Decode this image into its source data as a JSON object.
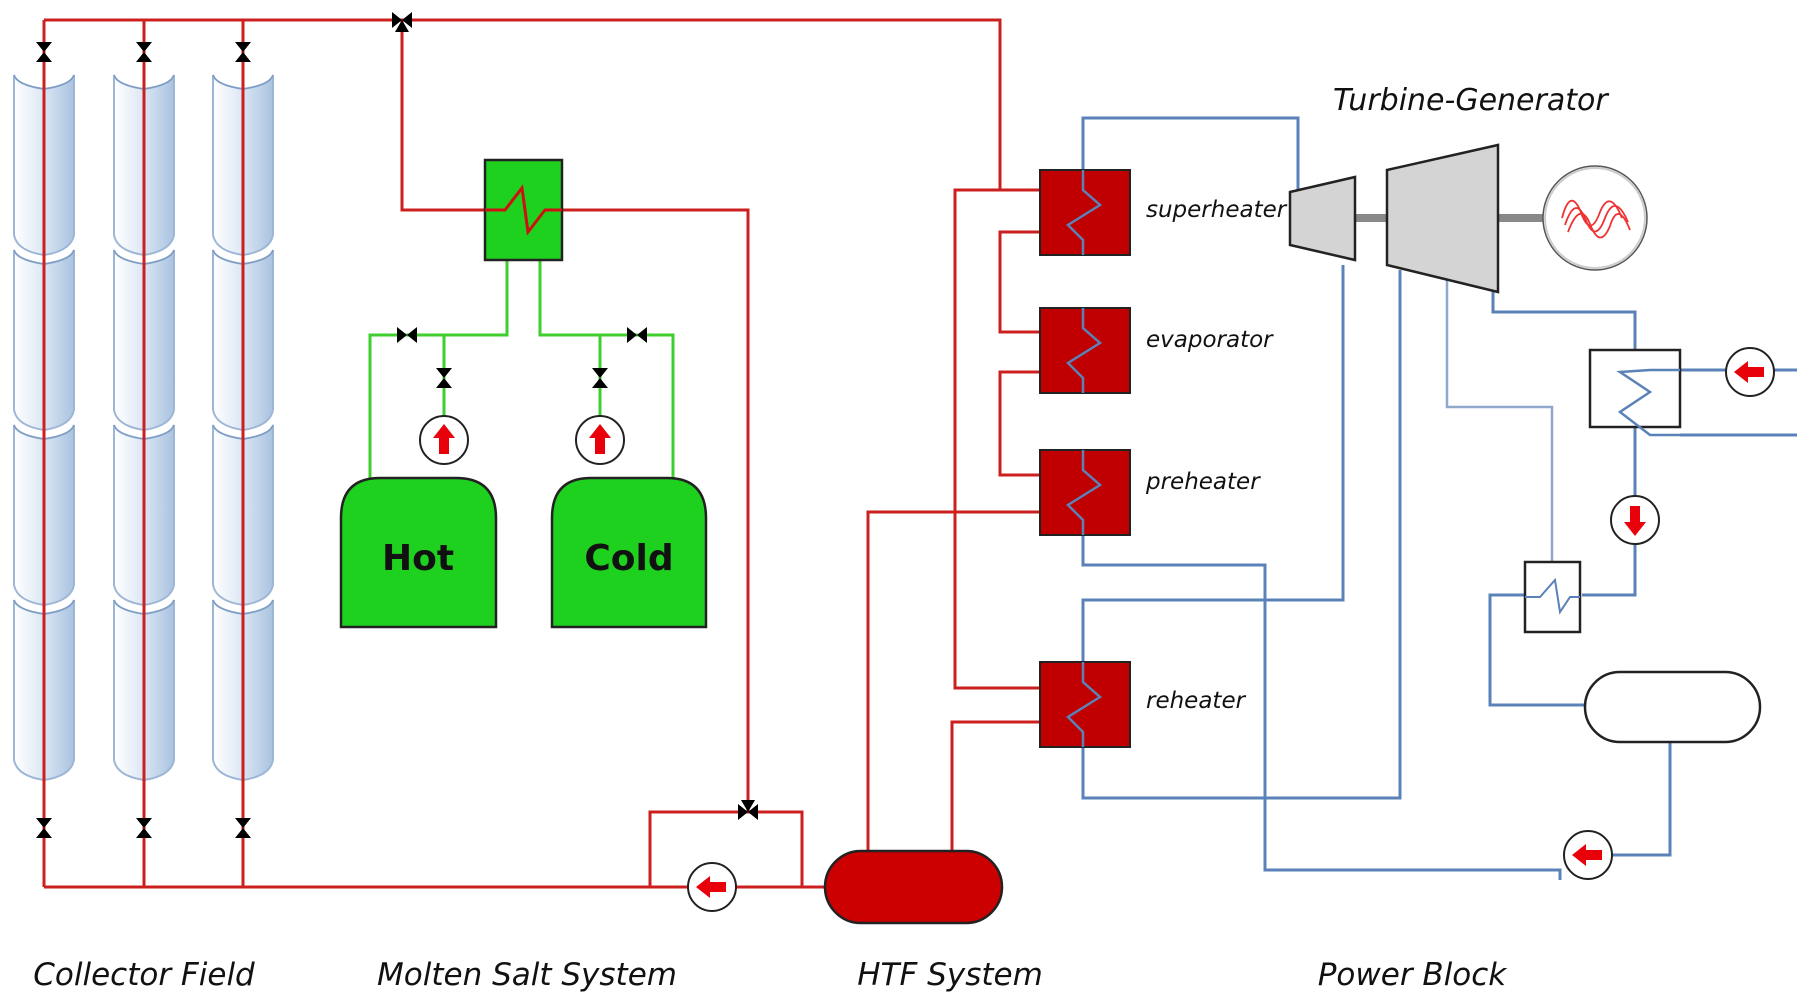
{
  "sections": {
    "collector_field": "Collector Field",
    "molten_salt": "Molten Salt System",
    "htf": "HTF System",
    "power_block": "Power Block"
  },
  "tanks": {
    "hot": "Hot",
    "cold": "Cold"
  },
  "heat_exchangers": {
    "superheater": "superheater",
    "evaporator": "evaporator",
    "preheater": "preheater",
    "reheater": "reheater"
  },
  "turbine_generator": "Turbine-Generator",
  "colors": {
    "htf_line": "#cc1f1f",
    "steam_line": "#5b82b8",
    "salt_line": "#3ecf2f",
    "salt_fill": "#1fd11f",
    "hx_fill": "#c00000",
    "turbine_fill": "#d4d4d4"
  }
}
